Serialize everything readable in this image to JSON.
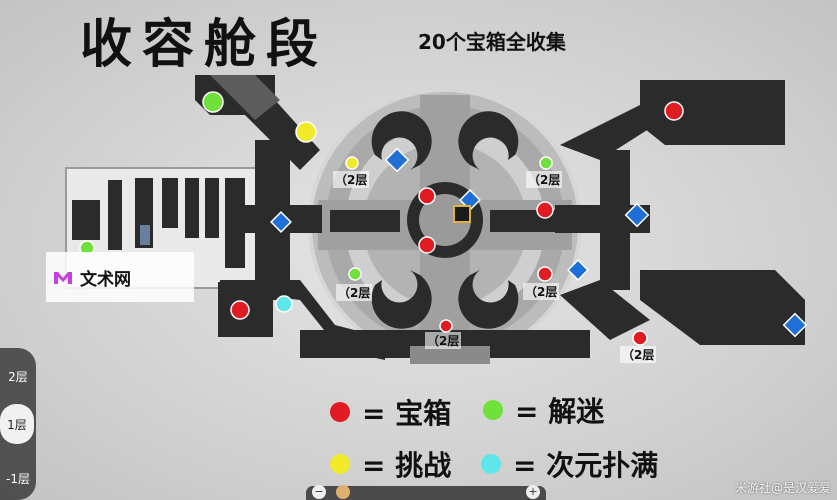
{
  "header": {
    "title": "收容舱段",
    "subtitle": "20个宝箱全收集"
  },
  "floor_labels": [
    "（2层",
    "（2层",
    "（2层",
    "（2层",
    "（2层",
    "（2层"
  ],
  "legend": [
    {
      "color": "#e01b22",
      "label": "= 宝箱"
    },
    {
      "color": "#6ee23a",
      "label": "= 解迷"
    },
    {
      "color": "#f0ea2a",
      "label": "= 挑战"
    },
    {
      "color": "#5ee6ea",
      "label": "= 次元扑满"
    }
  ],
  "watermark": {
    "text": "文术网"
  },
  "floor_switch": {
    "floors": [
      "2层",
      "1层",
      "-1层"
    ],
    "active": "1层"
  },
  "credit": "米游社@是汉爱爱",
  "colors": {
    "chest": "#e01b22",
    "puzzle": "#6ee23a",
    "challenge": "#f0ea2a",
    "dimension_bank": "#5ee6ea"
  },
  "icons": [
    "teleport-anchor-icon",
    "space-anchor-icon",
    "zoom-minus-icon",
    "zoom-plus-icon"
  ]
}
